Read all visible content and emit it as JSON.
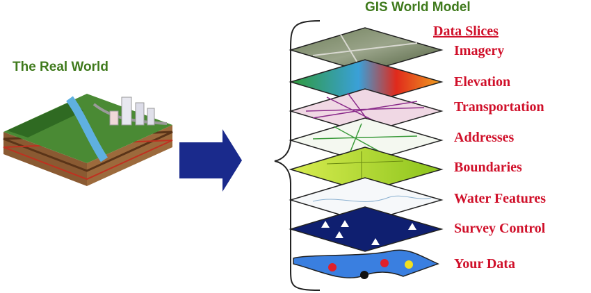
{
  "left_title": "The Real World",
  "right_title": "GIS World Model",
  "slices_heading": "Data Slices",
  "layers": [
    {
      "label": "Imagery"
    },
    {
      "label": "Elevation"
    },
    {
      "label": "Transportation"
    },
    {
      "label": "Addresses"
    },
    {
      "label": "Boundaries"
    },
    {
      "label": "Water Features"
    },
    {
      "label": "Survey Control"
    },
    {
      "label": "Your Data"
    }
  ],
  "colors": {
    "title_green": "#3f7a1c",
    "label_red": "#d0102a",
    "arrow_blue": "#1a2a8c",
    "survey_navy": "#0f1f70",
    "data_blue": "#3a7fe0",
    "boundaries_green": "#b8d828"
  },
  "icons": [
    "real-world-terrain-illustration",
    "right-arrow-icon",
    "curly-brace-icon"
  ]
}
